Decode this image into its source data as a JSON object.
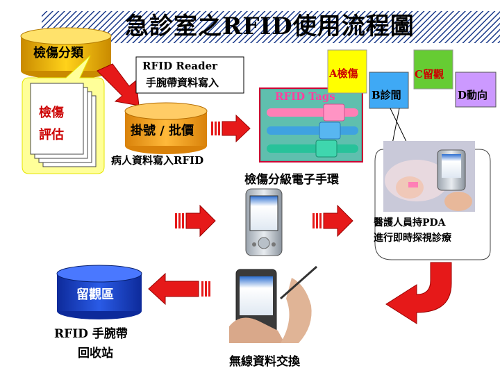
{
  "title": "急診室之RFID使用流程圖",
  "triage_db": "檢傷分類",
  "triage_eval_line1": "檢傷",
  "triage_eval_line2": "評估",
  "reader_line1": "RFID Reader",
  "reader_line2": "手腕帶資料寫入",
  "register_db": "掛號 / 批價",
  "patient_write": "病人資料寫入RFID",
  "tags_caption": "RFID Tags",
  "wristband_label": "檢傷分級電子手環",
  "zones": {
    "a": "A檢傷",
    "b": "B診間",
    "c": "C留觀",
    "d": "D動向"
  },
  "pda_line1": "醫護人員持PDA",
  "pda_line2": "進行即時探視診療",
  "observation_db": "留觀區",
  "recycle_line1": "RFID 手腕帶",
  "recycle_line2": "回收站",
  "wireless_label": "無線資料交換",
  "colors": {
    "title_bar": "#1a3a8a",
    "db_gold": "#f2b200",
    "db_orange": "#f7a21b",
    "db_blue": "#1a3fbf",
    "arrow_red": "#e61919",
    "zone_a": "#ffff00",
    "zone_b": "#3fa9f5",
    "zone_c": "#66cc33",
    "zone_d": "#cc99ff",
    "callout_yellow": "#ffff99"
  },
  "icons": [
    "database-cylinder",
    "paper-stack",
    "red-arrow",
    "wristband-photo",
    "pda-device",
    "hand-with-pda"
  ]
}
